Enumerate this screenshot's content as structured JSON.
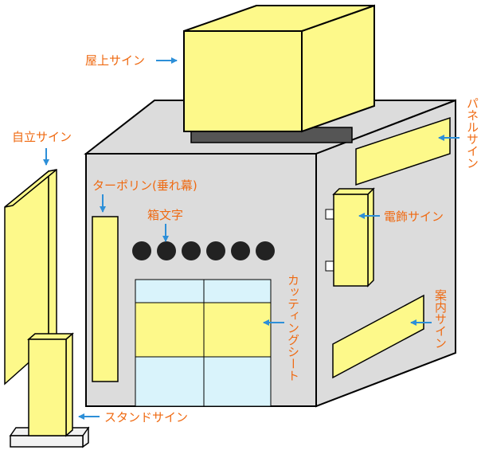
{
  "labels": {
    "rooftop": "屋上サイン",
    "standalone": "自立サイン",
    "tarpaulin": "ターポリン(垂れ幕)",
    "box_letters": "箱文字",
    "panel": "パネルサイン",
    "electric": "電飾サイン",
    "cutting_sheet": "カッティングシート",
    "guide": "案内サイン",
    "stand": "スタンドサイン"
  },
  "colors": {
    "sign_yellow": "#fdf98a",
    "building_gray": "#dcdcdc",
    "base_dark": "#555555",
    "window_blue": "#d9f3fb",
    "label_orange": "#ef6a12",
    "arrow_blue": "#2d8fd8",
    "letter_black": "#222222"
  },
  "icons": {
    "arrow": "arrow-icon"
  }
}
